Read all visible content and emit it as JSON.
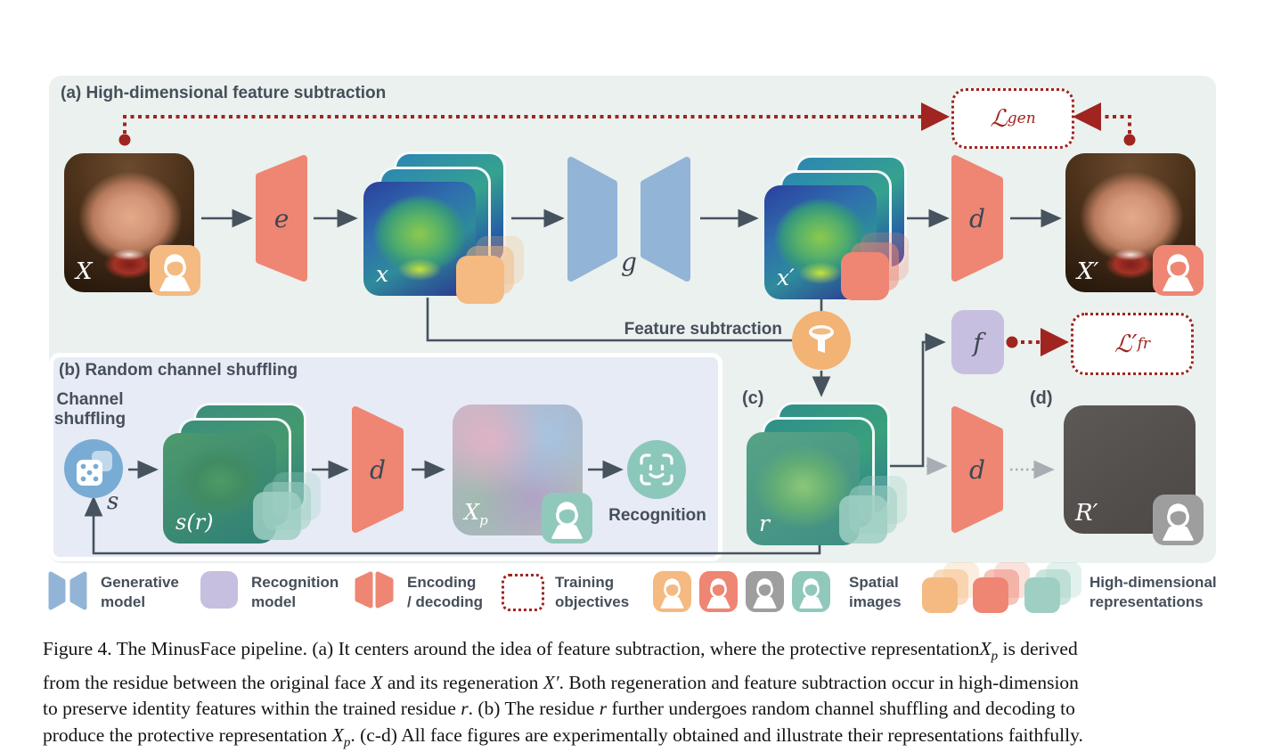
{
  "panels": {
    "a": {
      "title": "(a) High-dimensional feature subtraction"
    },
    "b": {
      "title": "(b) Random channel shuffling"
    },
    "c": {
      "label": "(c)"
    },
    "d": {
      "label": "(d)"
    }
  },
  "nodes": {
    "X": "X",
    "e": "e",
    "x": "x",
    "g": "g",
    "x_prime": "x′",
    "d": "d",
    "X_prime": "X′",
    "r": "r",
    "f": "f",
    "R_prime": "R′",
    "s": "s",
    "s_r": "s(r)",
    "Xp_base": "X",
    "Xp_sub": "p"
  },
  "losses": {
    "gen": {
      "symbol": "ℒ",
      "sub": "gen"
    },
    "fr": {
      "symbol": "ℒ′",
      "sub": "fr"
    }
  },
  "labels": {
    "feature_subtraction": "Feature subtraction",
    "channel_shuffling_line1": "Channel",
    "channel_shuffling_line2": "shuffling",
    "recognition": "Recognition"
  },
  "legend": {
    "items": [
      {
        "line1": "Generative",
        "line2": "model"
      },
      {
        "line1": "Recognition",
        "line2": "model"
      },
      {
        "line1": "Encoding",
        "line2": "/ decoding"
      },
      {
        "line1": "Training",
        "line2": "objectives"
      },
      {
        "line1": "Spatial",
        "line2": "images"
      },
      {
        "line1": "High-dimensional",
        "line2": "representations"
      }
    ]
  },
  "caption": {
    "lines": [
      [
        {
          "t": "Figure 4. The MinusFace pipeline. (a) It centers around the idea of feature subtraction, where the protective representation"
        },
        {
          "t": "X",
          "i": 1
        },
        {
          "t": "p",
          "i": 1,
          "sub": 1
        },
        {
          "t": " is derived"
        }
      ],
      [
        {
          "t": "from the residue between the original face "
        },
        {
          "t": "X",
          "i": 1
        },
        {
          "t": " and its regeneration "
        },
        {
          "t": "X′",
          "i": 1
        },
        {
          "t": ". Both regeneration and feature subtraction occur in high-dimension"
        }
      ],
      [
        {
          "t": "to preserve identity features within the trained residue "
        },
        {
          "t": "r",
          "i": 1
        },
        {
          "t": ". (b) The residue "
        },
        {
          "t": "r",
          "i": 1
        },
        {
          "t": " further undergoes random channel shuffling and decoding to"
        }
      ],
      [
        {
          "t": "produce the protective representation "
        },
        {
          "t": "X",
          "i": 1
        },
        {
          "t": "p",
          "i": 1,
          "sub": 1
        },
        {
          "t": ". (c-d) All face figures are experimentally obtained and illustrate their representations faithfully."
        }
      ]
    ]
  },
  "colors": {
    "accent_red": "#a02420",
    "salmon": "#ee8673",
    "blue": "#92b4d6",
    "purple": "#c7bfe0",
    "orange": "#f4ba81",
    "teal": "#90c9bc",
    "gray": "#9e9e9e",
    "panel_a_bg": "#eaf1ee",
    "panel_b_bg": "#e7ebf5",
    "ink": "#454f5b"
  }
}
